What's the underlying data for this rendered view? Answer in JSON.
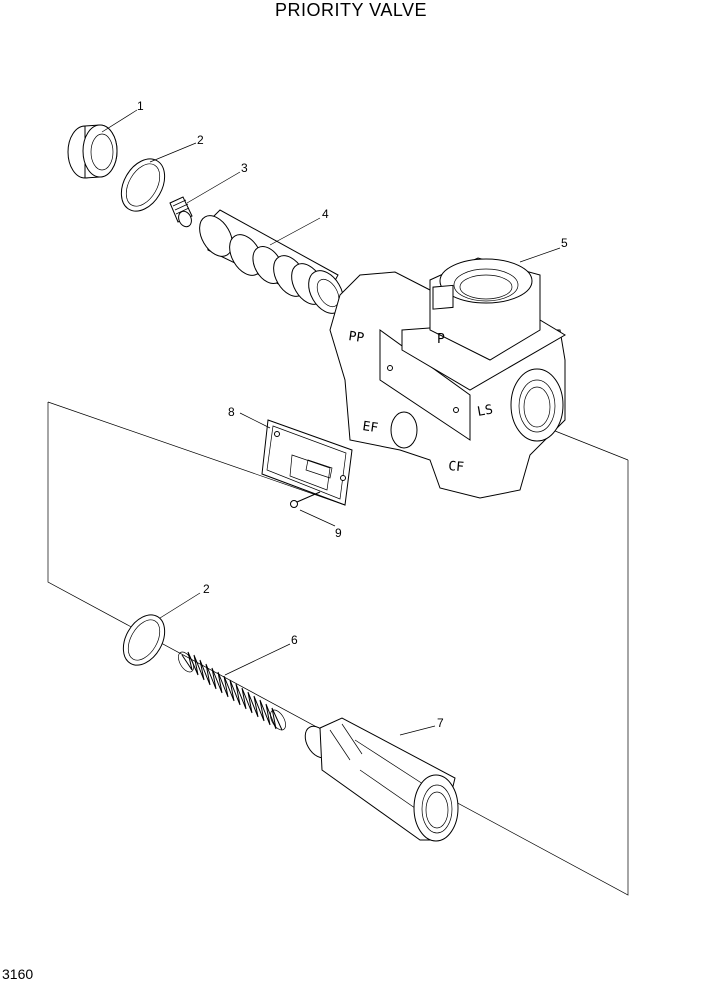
{
  "title": "PRIORITY VALVE",
  "page_number": "3160",
  "callouts": [
    "1",
    "2",
    "3",
    "4",
    "5",
    "6",
    "7",
    "8",
    "9",
    "2"
  ],
  "ports": [
    "PP",
    "P",
    "EF",
    "LS",
    "CF"
  ]
}
